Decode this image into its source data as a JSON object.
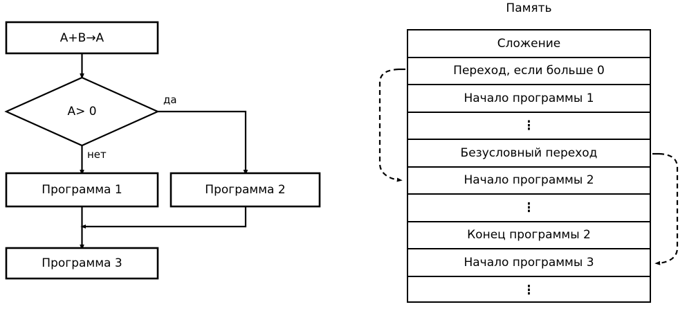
{
  "flowchart": {
    "nodes": [
      {
        "id": "assign",
        "shape": "rect",
        "label": "A+B→A"
      },
      {
        "id": "decision",
        "shape": "diamond",
        "label": "A> 0"
      },
      {
        "id": "prog1",
        "shape": "rect",
        "label": "Программа 1"
      },
      {
        "id": "prog2",
        "shape": "rect",
        "label": "Программа 2"
      },
      {
        "id": "prog3",
        "shape": "rect",
        "label": "Программа 3"
      }
    ],
    "edge_labels": {
      "yes": "да",
      "no": "нет"
    }
  },
  "memory": {
    "title": "Память",
    "rows": [
      {
        "label": "Сложение",
        "kind": "text"
      },
      {
        "label": "Переход, если больше 0",
        "kind": "text"
      },
      {
        "label": "Начало программы 1",
        "kind": "text"
      },
      {
        "label": "⋮",
        "kind": "dots"
      },
      {
        "label": "Безусловный переход",
        "kind": "text"
      },
      {
        "label": "Начало программы 2",
        "kind": "text"
      },
      {
        "label": "⋮",
        "kind": "dots"
      },
      {
        "label": "Конец программы 2",
        "kind": "text"
      },
      {
        "label": "Начало программы 3",
        "kind": "text"
      },
      {
        "label": "⋮",
        "kind": "dots"
      }
    ]
  },
  "colors": {
    "stroke": "#000000",
    "background": "#ffffff"
  }
}
